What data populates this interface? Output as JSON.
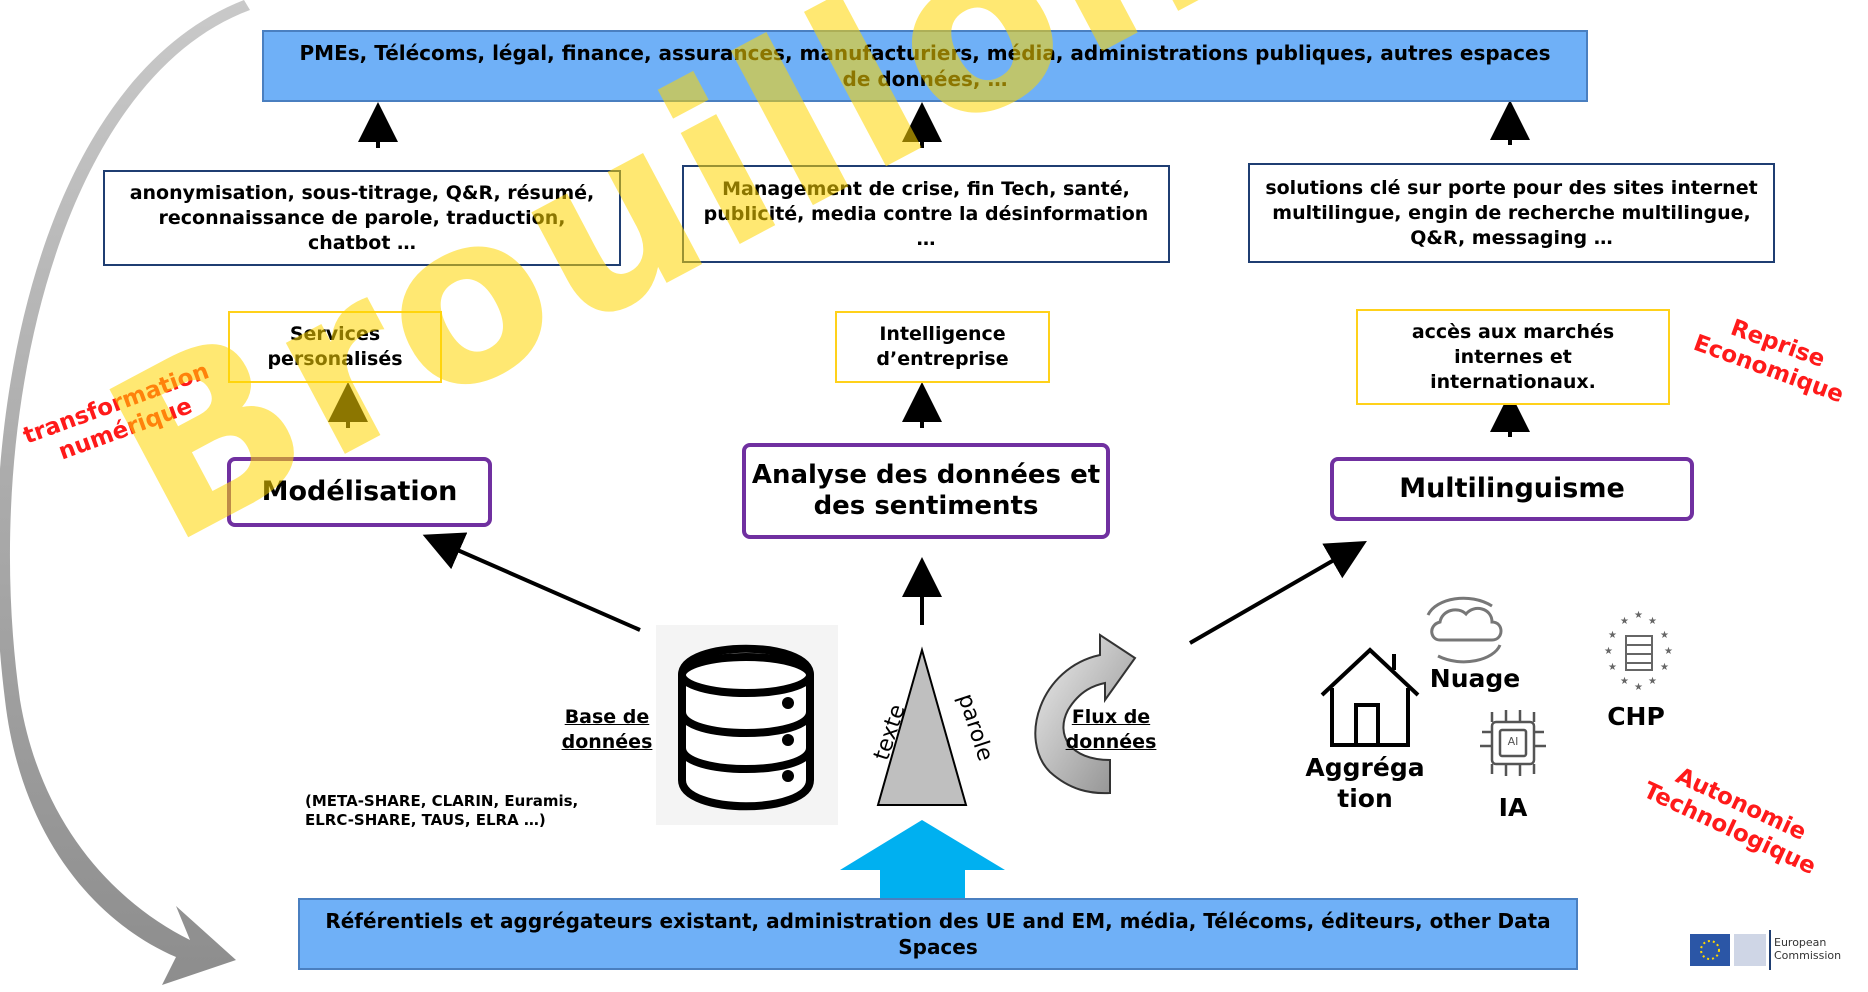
{
  "top_bar": "PMEs, Télécoms, légal, finance, assurances, manufacturiers, média, administrations publiques, autres espaces de données, …",
  "bottom_bar": "Référentiels et aggrégateurs existant, administration des UE and EM, média, Télécoms, éditeurs, other Data Spaces",
  "use_cases": {
    "left": "anonymisation, sous-titrage, Q&R, résumé, reconnaissance de parole, traduction, chatbot …",
    "middle": "Management de crise, fin Tech, santé, publicité, media contre la désinformation …",
    "right": "solutions  clé sur porte pour des sites internet multilingue, engin de recherche multilingue, Q&R, messaging …"
  },
  "benefits": {
    "left": "Services personalisés",
    "middle": "Intelligence d’entreprise",
    "right": "accès aux marchés internes et internationaux."
  },
  "pillars": {
    "left": "Modélisation",
    "middle": "Analyse des données et des sentiments",
    "right": "Multilinguisme"
  },
  "side_labels": {
    "left": "transformation numérique",
    "top_right": "Reprise Economique",
    "bottom_right": "Autonomie Technologique"
  },
  "sources": {
    "database_label": "Base de données",
    "database_examples": "(META-SHARE, CLARIN, Euramis, ELRC-SHARE, TAUS, ELRA …)",
    "triangle_left": "texte",
    "triangle_right": "parole",
    "flux_label": "Flux de données"
  },
  "infrastructure": {
    "aggregation": "Aggréga tion",
    "cloud": "Nuage",
    "ai": "IA",
    "ai_chip_text": "AI",
    "hpc": "CHP"
  },
  "watermark": "Brouillon",
  "logo": {
    "line1": "European",
    "line2": "Commission"
  },
  "colors": {
    "blue_bar": "#6fb0f7",
    "navy_border": "#1f3e72",
    "yellow_border": "#ffd11a",
    "purple_border": "#7030a0",
    "red_text": "#ff1a1a",
    "watermark": "#ffd700",
    "cyan_arrow": "#00b0f0"
  }
}
